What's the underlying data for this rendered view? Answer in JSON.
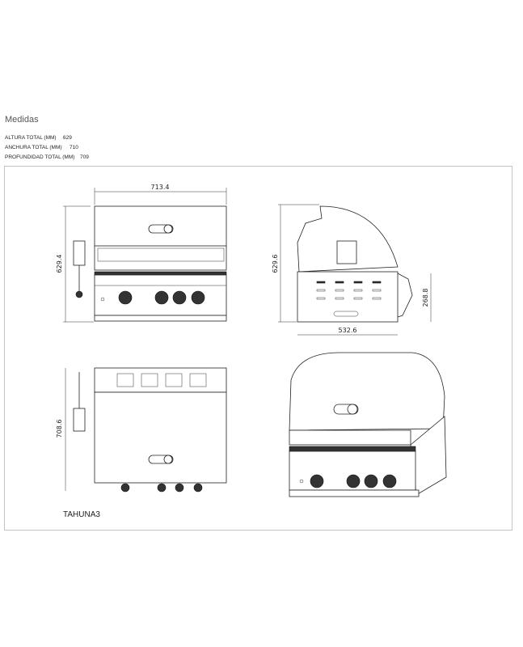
{
  "section_title": "Medidas",
  "specs": [
    {
      "label": "ALTURA TOTAL (MM)",
      "value": "629"
    },
    {
      "label": "ANCHURA TOTAL (MM)",
      "value": "710"
    },
    {
      "label": "PROFUNDIDAD TOTAL (MM)",
      "value": "709"
    }
  ],
  "drawing": {
    "front_width": "713.4",
    "front_height": "629.4",
    "side_height": "629.6",
    "side_lower_height": "268.8",
    "side_depth": "532.6",
    "top_depth": "708.6",
    "model": "TAHUNA3"
  }
}
